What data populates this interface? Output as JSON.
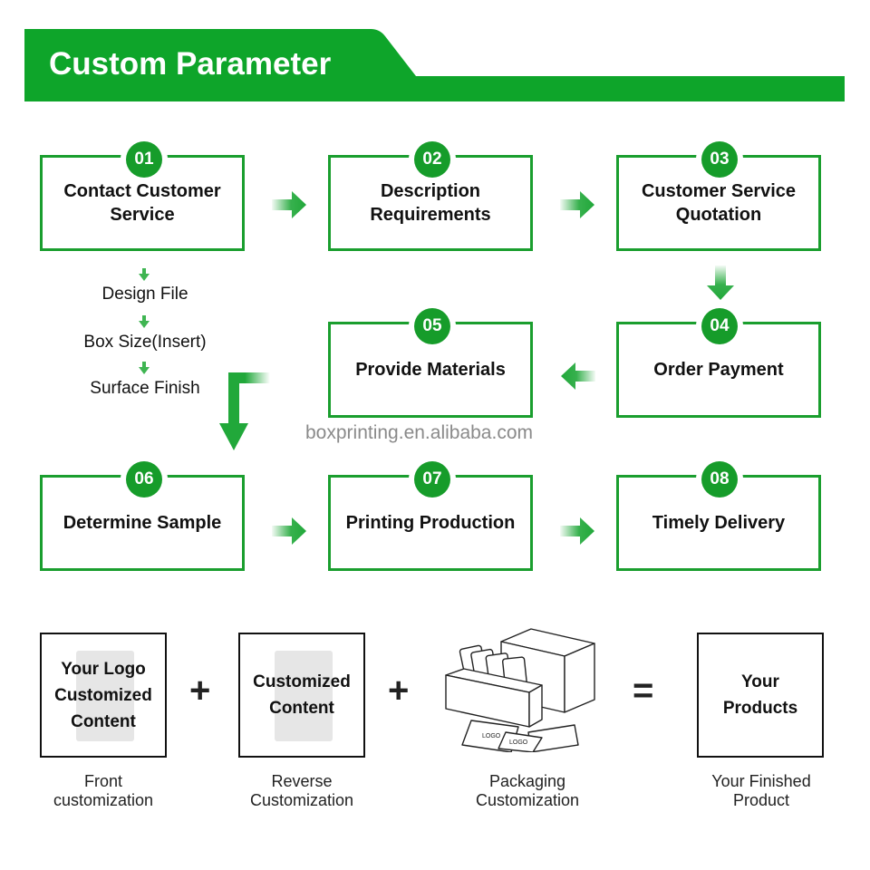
{
  "header": {
    "title": "Custom Parameter",
    "color": "#0ea52a"
  },
  "steps": [
    {
      "number": "01",
      "label": "Contact Customer Service"
    },
    {
      "number": "02",
      "label": "Description Requirements"
    },
    {
      "number": "03",
      "label": "Customer Service Quotation"
    },
    {
      "number": "04",
      "label": "Order Payment"
    },
    {
      "number": "05",
      "label": "Provide Materials"
    },
    {
      "number": "06",
      "label": "Determine Sample"
    },
    {
      "number": "07",
      "label": "Printing Production"
    },
    {
      "number": "08",
      "label": "Timely Delivery"
    }
  ],
  "sub_steps": [
    "Design File",
    "Box Size(Insert)",
    "Surface Finish"
  ],
  "watermark": "boxprinting.en.alibaba.com",
  "equation": {
    "cards": [
      {
        "text": [
          "Your Logo",
          "Customized",
          "Content"
        ],
        "caption": [
          "Front",
          "customization"
        ]
      },
      {
        "text": [
          "Customized",
          "Content"
        ],
        "caption": [
          "Reverse",
          "Customization"
        ]
      },
      {
        "image": "packaging-box-illustration",
        "caption": [
          "Packaging",
          "Customization"
        ]
      },
      {
        "text": [
          "Your",
          "Products"
        ],
        "caption": [
          "Your Finished",
          "Product"
        ]
      }
    ],
    "operators": [
      "+",
      "+",
      "="
    ]
  },
  "colors": {
    "accent": "#1a9e2e",
    "badge": "#169c2a",
    "arrow": "#21a83a"
  }
}
